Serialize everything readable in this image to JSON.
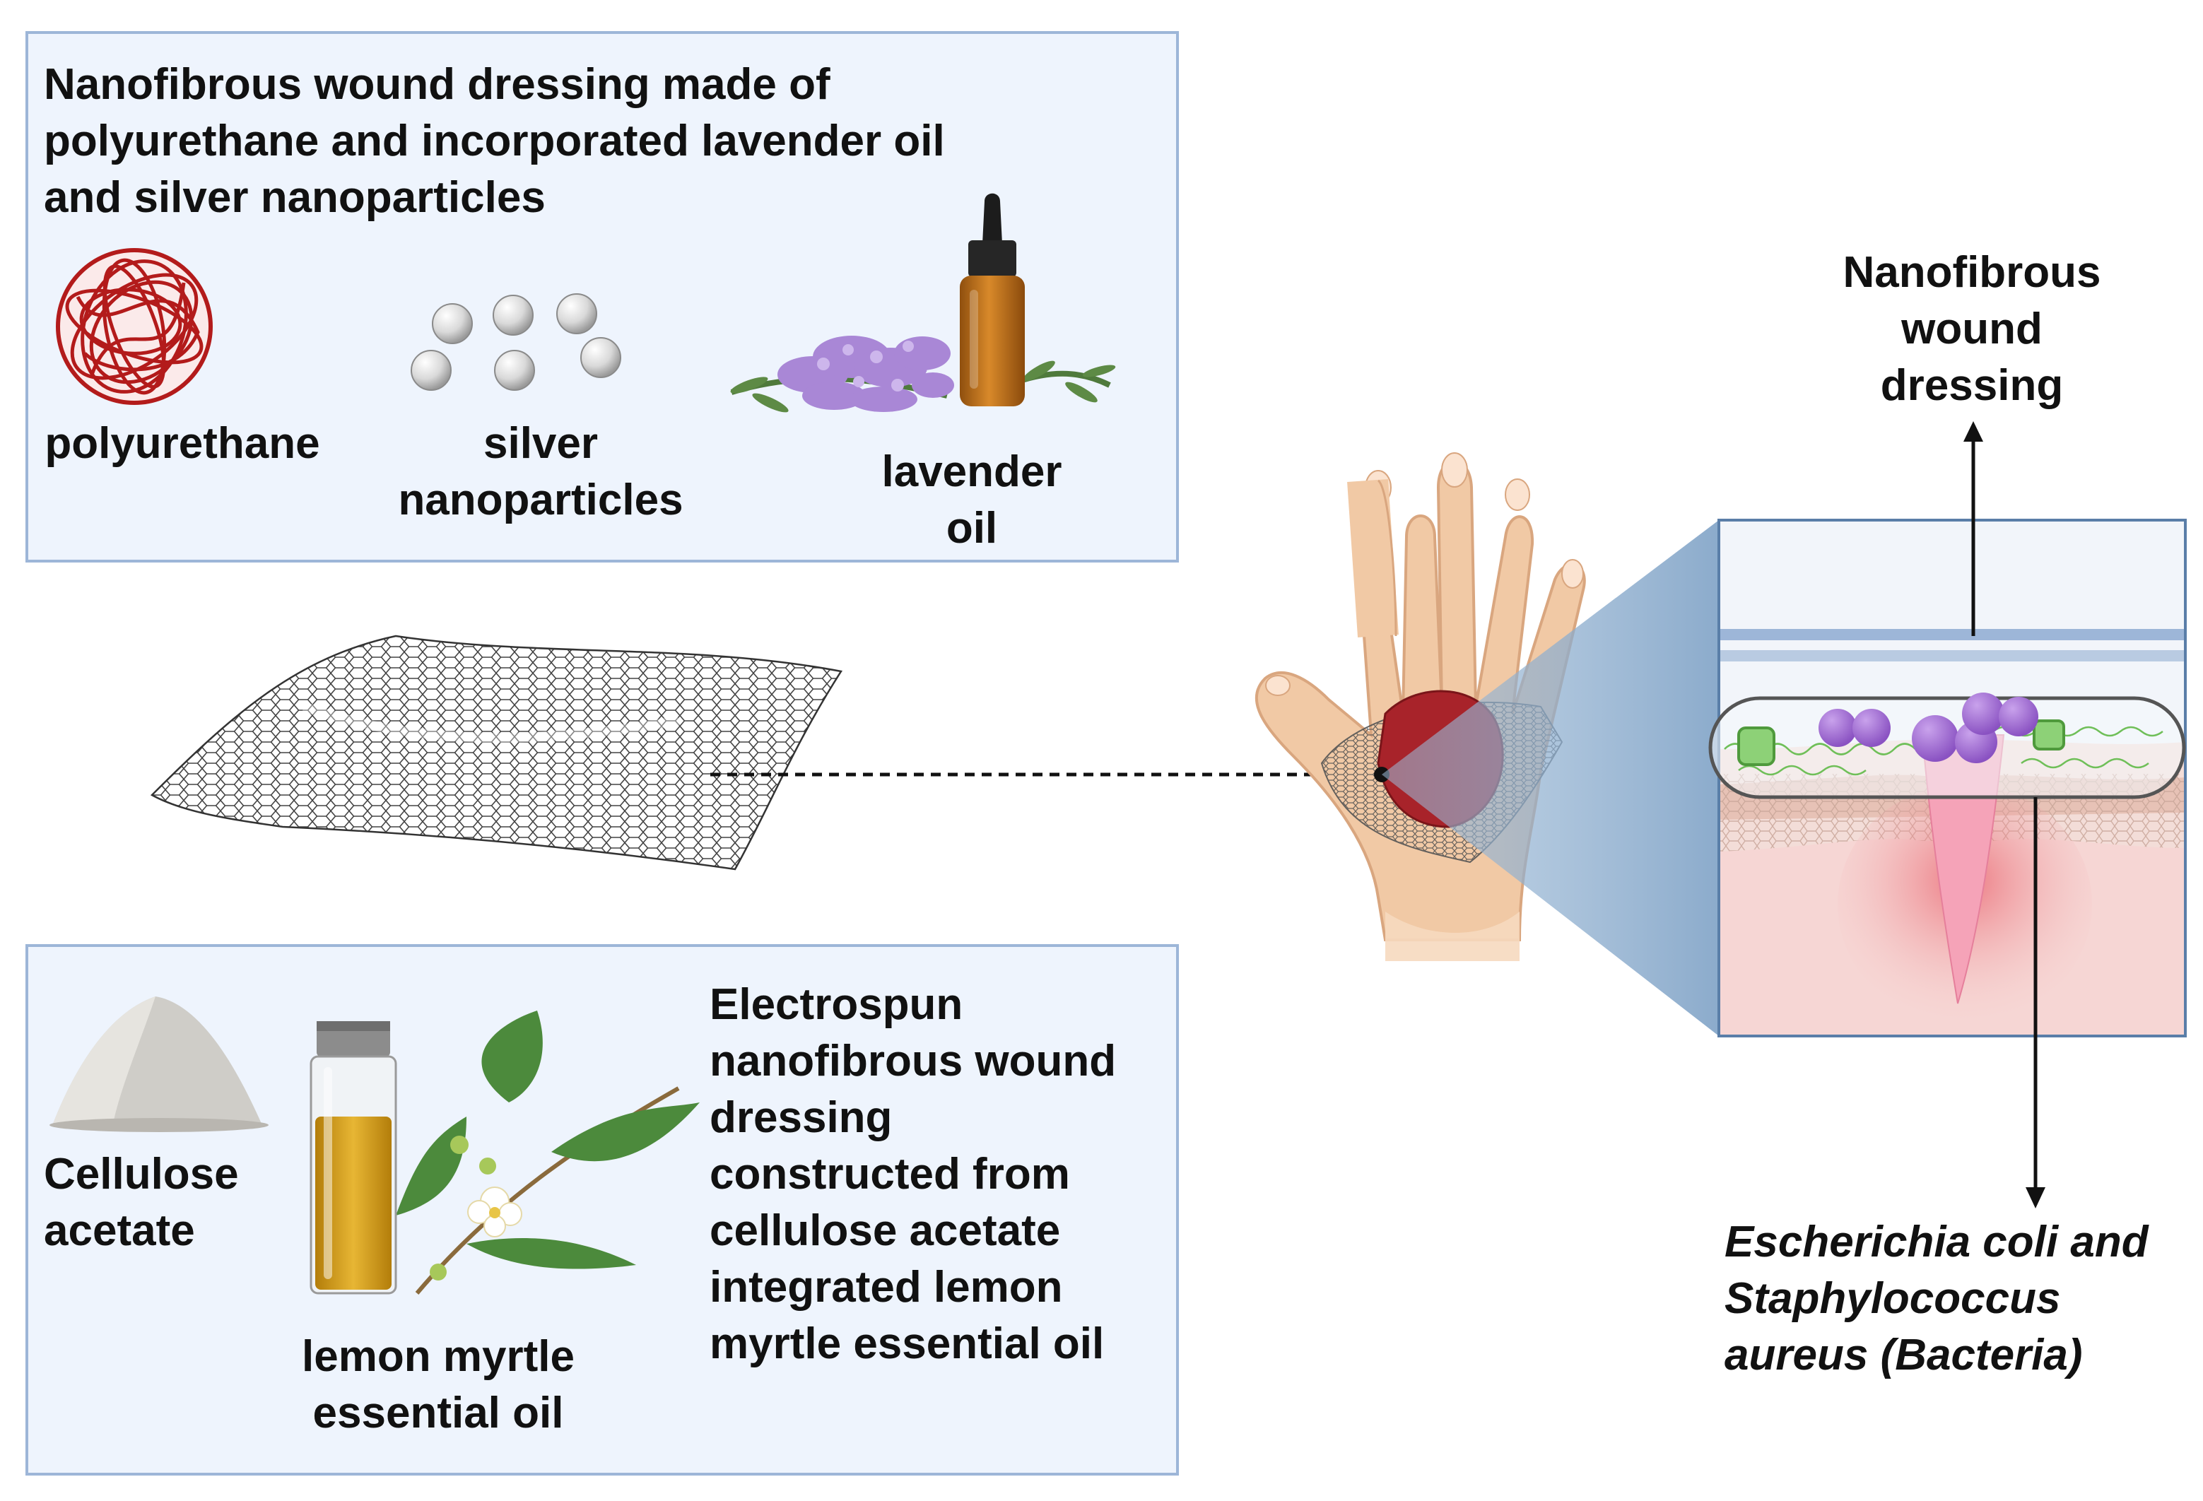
{
  "top_panel": {
    "title": "Nanofibrous wound dressing made of\npolyurethane and incorporated lavender oil\nand silver nanoparticles",
    "polyurethane": "polyurethane",
    "silver": "silver\nnanoparticles",
    "lavender": "lavender\noil"
  },
  "bottom_panel": {
    "cellulose": "Cellulose\nacetate",
    "lemon_oil": "lemon myrtle\nessential oil",
    "description": "Electrospun\nnanofibrous wound\ndressing\nconstructed from\ncellulose acetate\nintegrated lemon\nmyrtle essential oil"
  },
  "right": {
    "dressing_label": "Nanofibrous\nwound\ndressing",
    "bacteria_label": "Escherichia coli and\nStaphylococcus\naureus (Bacteria)"
  },
  "colors": {
    "panel_fill": "#eef4fd",
    "panel_border": "#9db6d8",
    "fiber_red": "#b31b1b",
    "silver": "#d9d9d9",
    "lavender": "#a987d6",
    "oil_amber": "#c67a1c",
    "lemon_oil": "#d8a21c",
    "skin": "#f1c9a5",
    "wound": "#a8232a",
    "bacteria_purple": "#9a62cc",
    "bacteria_green": "#6fbf58",
    "zoom_blue": "#7fa2c6"
  }
}
